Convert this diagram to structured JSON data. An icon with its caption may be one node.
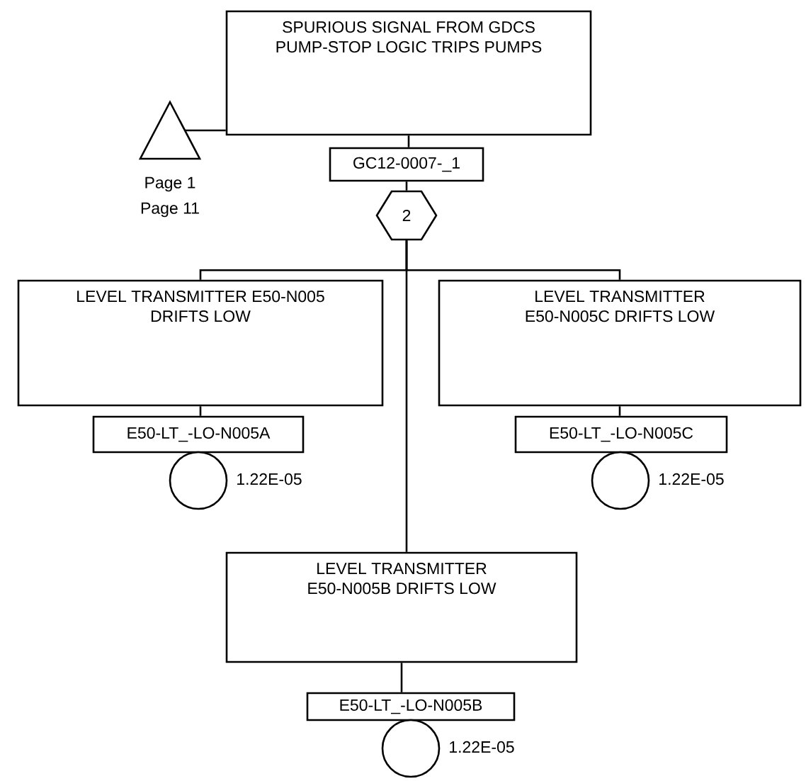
{
  "diagram": {
    "nodes": [
      {
        "text": [
          "SPURIOUS SIGNAL FROM GDCS PUMP-STOP LOGIC TRIPS PUMPS"
        ]
      },
      {
        "text": [
          "GC12-0007-_1"
        ]
      },
      {
        "text": [
          "2"
        ]
      },
      {
        "text": [],
        "shape": "triangle",
        "beside": [
          "Page 1",
          "Page 11"
        ]
      },
      {
        "text": [
          "LEVEL TRANSMITTER E50-N005 DRIFTS LOW"
        ]
      },
      {
        "text": [
          "E50-LT_-LO-N005A"
        ]
      },
      {
        "text": [],
        "shape": "circle",
        "beside": [
          "1.22E-05"
        ]
      },
      {
        "text": [
          "LEVEL TRANSMITTER E50-N005C DRIFTS LOW"
        ]
      },
      {
        "text": [
          "E50-LT_-LO-N005C"
        ]
      },
      {
        "text": [],
        "shape": "circle",
        "beside": [
          "1.22E-05"
        ]
      },
      {
        "text": [
          "LEVEL TRANSMITTER E50-N005B DRIFTS LOW"
        ]
      },
      {
        "text": [
          "E50-LT_-LO-N005B"
        ]
      },
      {
        "text": [],
        "shape": "circle",
        "beside": [
          "1.22E-05"
        ]
      }
    ],
    "edges": [
      {
        "from": 3,
        "to": 0,
        "arrow": "none"
      },
      {
        "from": 0,
        "to": 1,
        "arrow": "none"
      },
      {
        "from": 1,
        "to": 2,
        "arrow": "none"
      },
      {
        "from": 2,
        "to": 4,
        "arrow": "none"
      },
      {
        "from": 2,
        "to": 7,
        "arrow": "none"
      },
      {
        "from": 2,
        "to": 10,
        "arrow": "none"
      },
      {
        "from": 4,
        "to": 5,
        "arrow": "none"
      },
      {
        "from": 7,
        "to": 8,
        "arrow": "none"
      },
      {
        "from": 10,
        "to": 11,
        "arrow": "none"
      }
    ]
  }
}
